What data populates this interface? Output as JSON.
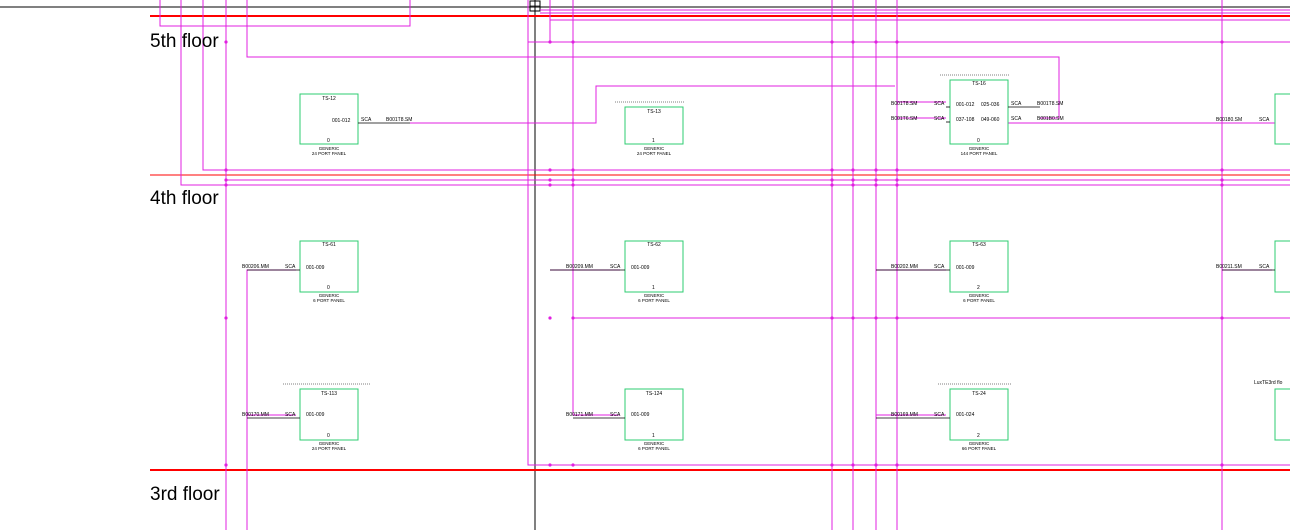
{
  "colors": {
    "floor_line": "#ff0000",
    "cable": "#e020e0",
    "panel_border": "#2ecc71",
    "link": "#000000"
  },
  "floors": [
    {
      "label": "5th floor"
    },
    {
      "label": "4th floor"
    },
    {
      "label": "3rd floor"
    }
  ],
  "panels": [
    {
      "id": "TS-12",
      "range": "001-012",
      "count": "0",
      "type": "GENERIC",
      "desc": "24 PORT PANEL",
      "port": "SCA",
      "cable": "B001T8.SM"
    },
    {
      "id": "TS-13",
      "range": "",
      "count": "1",
      "type": "GENERIC",
      "desc": "24 PORT PANEL",
      "port": "",
      "cable": ""
    },
    {
      "id": "TS-16",
      "range": "001-012",
      "range2": "025-036",
      "range3": "037-108",
      "range4": "049-060",
      "count": "0",
      "type": "GENERIC",
      "desc": "144 PORT PANEL",
      "port": "SCA",
      "cable": "B001T8.SM",
      "cable2": "B001T6.SM",
      "cable3": "B001T8.SM",
      "cable4": "B001B0.SM"
    },
    {
      "id": "TS-61",
      "range": "001-009",
      "count": "0",
      "type": "GENERIC",
      "desc": "6 PORT PANEL",
      "port": "SCA",
      "cable": "B00206.MM"
    },
    {
      "id": "TS-62",
      "range": "001-009",
      "count": "1",
      "type": "GENERIC",
      "desc": "6 PORT PANEL",
      "port": "SCA",
      "cable": "B00209.MM"
    },
    {
      "id": "TS-63",
      "range": "001-009",
      "count": "2",
      "type": "GENERIC",
      "desc": "6 PORT PANEL",
      "port": "SCA",
      "cable": "B00202.MM"
    },
    {
      "id": "TS-113",
      "range": "001-009",
      "count": "0",
      "type": "GENERIC",
      "desc": "24 PORT PANEL",
      "port": "SCA",
      "cable": "B00170.MM"
    },
    {
      "id": "TS-124",
      "range": "001-009",
      "count": "1",
      "type": "GENERIC",
      "desc": "6 PORT PANEL",
      "port": "SCA",
      "cable": "B00171.MM"
    },
    {
      "id": "TS-24",
      "range": "001-024",
      "count": "2",
      "type": "GENERIC",
      "desc": "66 PORT PANEL",
      "port": "SCA",
      "cable": "B00169.MM"
    }
  ],
  "edge_labels": {
    "right_top": "B00180.SM",
    "right_mid": "B00211.SM",
    "right_bottom": "LuxTE3rd flo",
    "right_top_port": "SCA",
    "right_mid_port": "SCA"
  }
}
